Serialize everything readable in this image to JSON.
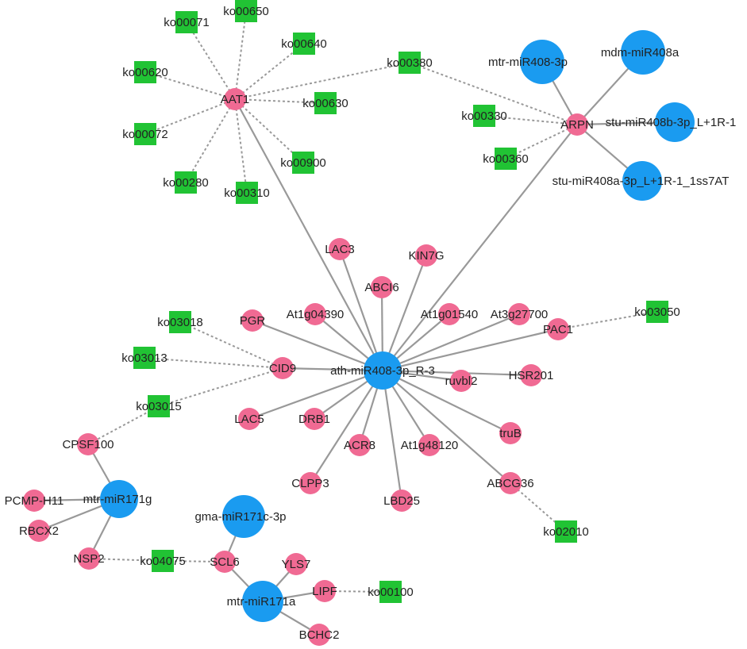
{
  "colors": {
    "mirna": "#1a9bf0",
    "gene": "#f06a93",
    "pathway": "#21c334",
    "edge": "#999999"
  },
  "nodes": [
    {
      "id": "ath-miR408-3p_R-3",
      "label": "ath-miR408-3p_R-3",
      "type": "mirna"
    },
    {
      "id": "mtr-miR408-3p",
      "label": "mtr-miR408-3p",
      "type": "mirna"
    },
    {
      "id": "mdm-miR408a",
      "label": "mdm-miR408a",
      "type": "mirna"
    },
    {
      "id": "stu-miR408b-3p_L+1R-1",
      "label": "stu-miR408b-3p_L+1R-1",
      "type": "mirna"
    },
    {
      "id": "stu-miR408a-3p_L+1R-1_1ss7AT",
      "label": "stu-miR408a-3p_L+1R-1_1ss7AT",
      "type": "mirna"
    },
    {
      "id": "mtr-miR171g",
      "label": "mtr-miR171g",
      "type": "mirna"
    },
    {
      "id": "gma-miR171c-3p",
      "label": "gma-miR171c-3p",
      "type": "mirna"
    },
    {
      "id": "mtr-miR171a",
      "label": "mtr-miR171a",
      "type": "mirna"
    },
    {
      "id": "AAT1",
      "label": "AAT1",
      "type": "gene"
    },
    {
      "id": "ARPN",
      "label": "ARPN",
      "type": "gene"
    },
    {
      "id": "LAC3",
      "label": "LAC3",
      "type": "gene"
    },
    {
      "id": "KIN7G",
      "label": "KIN7G",
      "type": "gene"
    },
    {
      "id": "ABCI6",
      "label": "ABCI6",
      "type": "gene"
    },
    {
      "id": "At1g04390",
      "label": "At1g04390",
      "type": "gene"
    },
    {
      "id": "At1g01540",
      "label": "At1g01540",
      "type": "gene"
    },
    {
      "id": "At3g27700",
      "label": "At3g27700",
      "type": "gene"
    },
    {
      "id": "PGR",
      "label": "PGR",
      "type": "gene"
    },
    {
      "id": "PAC1",
      "label": "PAC1",
      "type": "gene"
    },
    {
      "id": "CID9",
      "label": "CID9",
      "type": "gene"
    },
    {
      "id": "ruvbl2",
      "label": "ruvbl2",
      "type": "gene"
    },
    {
      "id": "HSR201",
      "label": "HSR201",
      "type": "gene"
    },
    {
      "id": "LAC5",
      "label": "LAC5",
      "type": "gene"
    },
    {
      "id": "DRB1",
      "label": "DRB1",
      "type": "gene"
    },
    {
      "id": "truB",
      "label": "truB",
      "type": "gene"
    },
    {
      "id": "ACR8",
      "label": "ACR8",
      "type": "gene"
    },
    {
      "id": "At1g48120",
      "label": "At1g48120",
      "type": "gene"
    },
    {
      "id": "CLPP3",
      "label": "CLPP3",
      "type": "gene"
    },
    {
      "id": "LBD25",
      "label": "LBD25",
      "type": "gene"
    },
    {
      "id": "ABCG36",
      "label": "ABCG36",
      "type": "gene"
    },
    {
      "id": "CPSF100",
      "label": "CPSF100",
      "type": "gene"
    },
    {
      "id": "PCMP-H11",
      "label": "PCMP-H11",
      "type": "gene"
    },
    {
      "id": "RBCX2",
      "label": "RBCX2",
      "type": "gene"
    },
    {
      "id": "NSP2",
      "label": "NSP2",
      "type": "gene"
    },
    {
      "id": "SCL6",
      "label": "SCL6",
      "type": "gene"
    },
    {
      "id": "YLS7",
      "label": "YLS7",
      "type": "gene"
    },
    {
      "id": "LIPF",
      "label": "LIPF",
      "type": "gene"
    },
    {
      "id": "BCHC2",
      "label": "BCHC2",
      "type": "gene"
    },
    {
      "id": "ko00071",
      "label": "ko00071",
      "type": "pathway"
    },
    {
      "id": "ko00650",
      "label": "ko00650",
      "type": "pathway"
    },
    {
      "id": "ko00640",
      "label": "ko00640",
      "type": "pathway"
    },
    {
      "id": "ko00620",
      "label": "ko00620",
      "type": "pathway"
    },
    {
      "id": "ko00630",
      "label": "ko00630",
      "type": "pathway"
    },
    {
      "id": "ko00072",
      "label": "ko00072",
      "type": "pathway"
    },
    {
      "id": "ko00900",
      "label": "ko00900",
      "type": "pathway"
    },
    {
      "id": "ko00280",
      "label": "ko00280",
      "type": "pathway"
    },
    {
      "id": "ko00310",
      "label": "ko00310",
      "type": "pathway"
    },
    {
      "id": "ko00380",
      "label": "ko00380",
      "type": "pathway"
    },
    {
      "id": "ko00330",
      "label": "ko00330",
      "type": "pathway"
    },
    {
      "id": "ko00360",
      "label": "ko00360",
      "type": "pathway"
    },
    {
      "id": "ko03018",
      "label": "ko03018",
      "type": "pathway"
    },
    {
      "id": "ko03013",
      "label": "ko03013",
      "type": "pathway"
    },
    {
      "id": "ko03015",
      "label": "ko03015",
      "type": "pathway"
    },
    {
      "id": "ko03050",
      "label": "ko03050",
      "type": "pathway"
    },
    {
      "id": "ko02010",
      "label": "ko02010",
      "type": "pathway"
    },
    {
      "id": "ko04075",
      "label": "ko04075",
      "type": "pathway"
    },
    {
      "id": "ko00100",
      "label": "ko00100",
      "type": "pathway"
    }
  ],
  "edges": [
    {
      "source": "ath-miR408-3p_R-3",
      "target": "AAT1",
      "style": "solid"
    },
    {
      "source": "ath-miR408-3p_R-3",
      "target": "ARPN",
      "style": "solid"
    },
    {
      "source": "ath-miR408-3p_R-3",
      "target": "LAC3",
      "style": "solid"
    },
    {
      "source": "ath-miR408-3p_R-3",
      "target": "KIN7G",
      "style": "solid"
    },
    {
      "source": "ath-miR408-3p_R-3",
      "target": "ABCI6",
      "style": "solid"
    },
    {
      "source": "ath-miR408-3p_R-3",
      "target": "At1g04390",
      "style": "solid"
    },
    {
      "source": "ath-miR408-3p_R-3",
      "target": "At1g01540",
      "style": "solid"
    },
    {
      "source": "ath-miR408-3p_R-3",
      "target": "At3g27700",
      "style": "solid"
    },
    {
      "source": "ath-miR408-3p_R-3",
      "target": "PGR",
      "style": "solid"
    },
    {
      "source": "ath-miR408-3p_R-3",
      "target": "PAC1",
      "style": "solid"
    },
    {
      "source": "ath-miR408-3p_R-3",
      "target": "CID9",
      "style": "solid"
    },
    {
      "source": "ath-miR408-3p_R-3",
      "target": "ruvbl2",
      "style": "solid"
    },
    {
      "source": "ath-miR408-3p_R-3",
      "target": "HSR201",
      "style": "solid"
    },
    {
      "source": "ath-miR408-3p_R-3",
      "target": "LAC5",
      "style": "solid"
    },
    {
      "source": "ath-miR408-3p_R-3",
      "target": "DRB1",
      "style": "solid"
    },
    {
      "source": "ath-miR408-3p_R-3",
      "target": "truB",
      "style": "solid"
    },
    {
      "source": "ath-miR408-3p_R-3",
      "target": "ACR8",
      "style": "solid"
    },
    {
      "source": "ath-miR408-3p_R-3",
      "target": "At1g48120",
      "style": "solid"
    },
    {
      "source": "ath-miR408-3p_R-3",
      "target": "CLPP3",
      "style": "solid"
    },
    {
      "source": "ath-miR408-3p_R-3",
      "target": "LBD25",
      "style": "solid"
    },
    {
      "source": "ath-miR408-3p_R-3",
      "target": "ABCG36",
      "style": "solid"
    },
    {
      "source": "ARPN",
      "target": "mtr-miR408-3p",
      "style": "solid"
    },
    {
      "source": "ARPN",
      "target": "mdm-miR408a",
      "style": "solid"
    },
    {
      "source": "ARPN",
      "target": "stu-miR408b-3p_L+1R-1",
      "style": "solid"
    },
    {
      "source": "ARPN",
      "target": "stu-miR408a-3p_L+1R-1_1ss7AT",
      "style": "solid"
    },
    {
      "source": "ARPN",
      "target": "ko00380",
      "style": "dashed"
    },
    {
      "source": "ARPN",
      "target": "ko00330",
      "style": "dashed"
    },
    {
      "source": "ARPN",
      "target": "ko00360",
      "style": "dashed"
    },
    {
      "source": "AAT1",
      "target": "ko00071",
      "style": "dashed"
    },
    {
      "source": "AAT1",
      "target": "ko00650",
      "style": "dashed"
    },
    {
      "source": "AAT1",
      "target": "ko00640",
      "style": "dashed"
    },
    {
      "source": "AAT1",
      "target": "ko00620",
      "style": "dashed"
    },
    {
      "source": "AAT1",
      "target": "ko00630",
      "style": "dashed"
    },
    {
      "source": "AAT1",
      "target": "ko00072",
      "style": "dashed"
    },
    {
      "source": "AAT1",
      "target": "ko00900",
      "style": "dashed"
    },
    {
      "source": "AAT1",
      "target": "ko00280",
      "style": "dashed"
    },
    {
      "source": "AAT1",
      "target": "ko00310",
      "style": "dashed"
    },
    {
      "source": "AAT1",
      "target": "ko00380",
      "style": "dashed"
    },
    {
      "source": "CID9",
      "target": "ko03018",
      "style": "dashed"
    },
    {
      "source": "CID9",
      "target": "ko03013",
      "style": "dashed"
    },
    {
      "source": "CID9",
      "target": "ko03015",
      "style": "dashed"
    },
    {
      "source": "PAC1",
      "target": "ko03050",
      "style": "dashed"
    },
    {
      "source": "ABCG36",
      "target": "ko02010",
      "style": "dashed"
    },
    {
      "source": "ko03015",
      "target": "CPSF100",
      "style": "dashed"
    },
    {
      "source": "mtr-miR171g",
      "target": "CPSF100",
      "style": "solid"
    },
    {
      "source": "mtr-miR171g",
      "target": "PCMP-H11",
      "style": "solid"
    },
    {
      "source": "mtr-miR171g",
      "target": "RBCX2",
      "style": "solid"
    },
    {
      "source": "mtr-miR171g",
      "target": "NSP2",
      "style": "solid"
    },
    {
      "source": "NSP2",
      "target": "ko04075",
      "style": "dashed"
    },
    {
      "source": "SCL6",
      "target": "ko04075",
      "style": "dashed"
    },
    {
      "source": "gma-miR171c-3p",
      "target": "SCL6",
      "style": "solid"
    },
    {
      "source": "mtr-miR171a",
      "target": "SCL6",
      "style": "solid"
    },
    {
      "source": "mtr-miR171a",
      "target": "YLS7",
      "style": "solid"
    },
    {
      "source": "mtr-miR171a",
      "target": "LIPF",
      "style": "solid"
    },
    {
      "source": "mtr-miR171a",
      "target": "BCHC2",
      "style": "solid"
    },
    {
      "source": "LIPF",
      "target": "ko00100",
      "style": "dashed"
    }
  ]
}
